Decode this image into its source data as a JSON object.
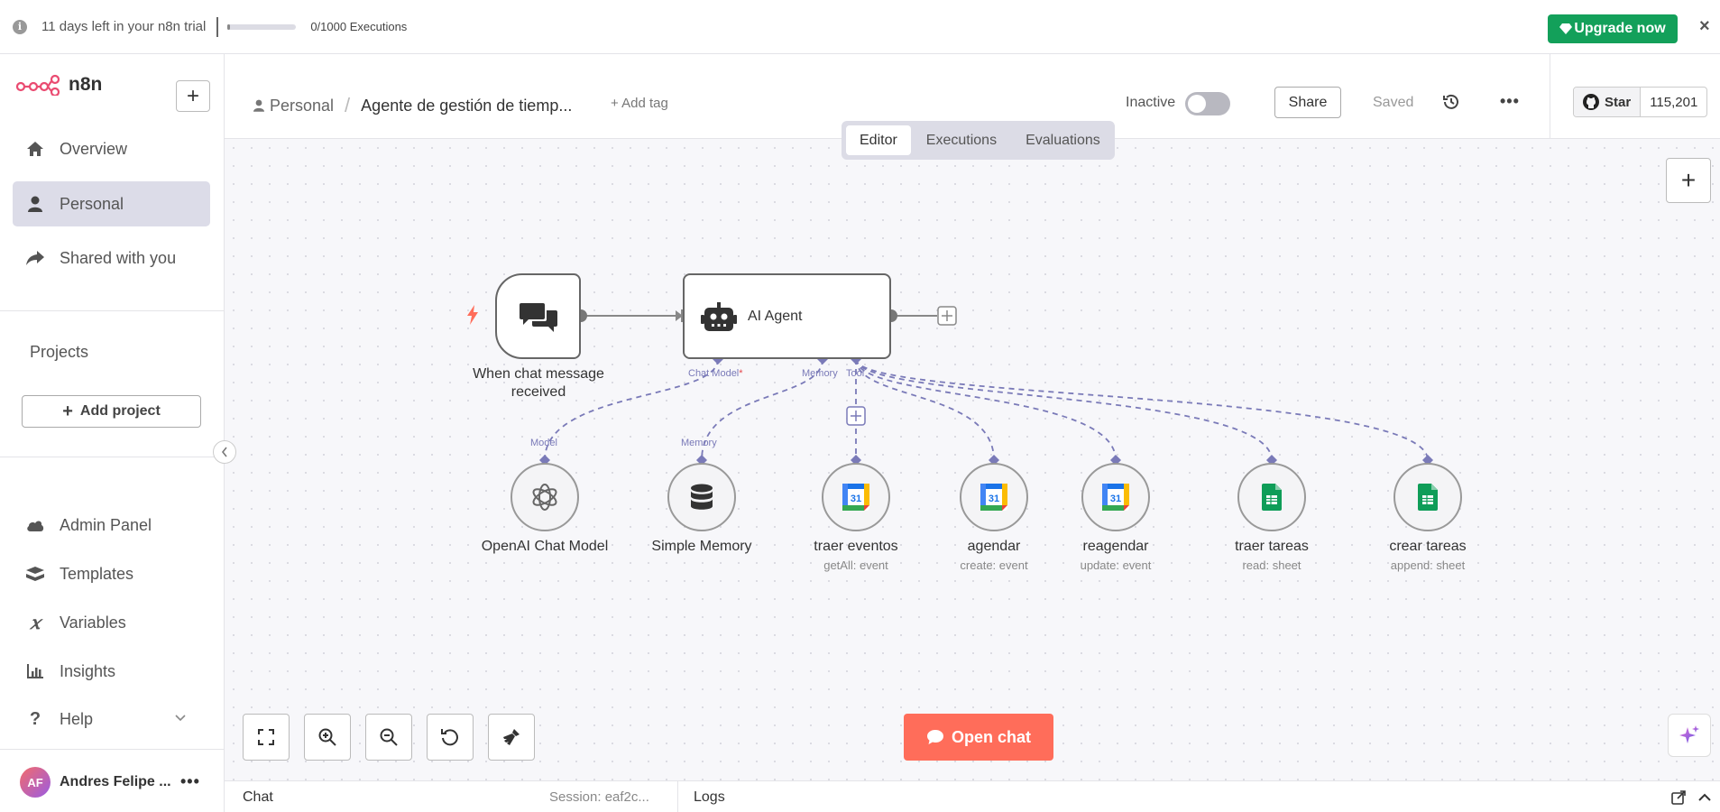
{
  "banner": {
    "trial_text": "11 days left in your n8n trial",
    "executions_text": "0/1000 Executions",
    "executions_progress": 0.03,
    "upgrade_label": "Upgrade now",
    "close_label": "×"
  },
  "sidebar": {
    "logo_text": "n8n",
    "nav": [
      {
        "label": "Overview",
        "icon": "home-icon"
      },
      {
        "label": "Personal",
        "icon": "user-icon",
        "active": true
      },
      {
        "label": "Shared with you",
        "icon": "share-icon"
      }
    ],
    "projects_label": "Projects",
    "add_project_label": "Add project",
    "bottom_nav": [
      {
        "label": "Admin Panel",
        "icon": "cloud-icon"
      },
      {
        "label": "Templates",
        "icon": "templates-icon"
      },
      {
        "label": "Variables",
        "icon": "variables-icon"
      },
      {
        "label": "Insights",
        "icon": "chart-icon"
      },
      {
        "label": "Help",
        "icon": "help-icon"
      }
    ],
    "user": {
      "initials": "AF",
      "name": "Andres Felipe ..."
    }
  },
  "header": {
    "breadcrumb_project": "Personal",
    "workflow_name": "Agente de gestión de tiemp...",
    "add_tag": "+ Add tag",
    "status_label": "Inactive",
    "share_label": "Share",
    "saved_label": "Saved",
    "github_star": "Star",
    "github_count": "115,201",
    "tabs": [
      "Editor",
      "Executions",
      "Evaluations"
    ],
    "active_tab": "Editor"
  },
  "canvas": {
    "trigger": {
      "label_line1": "When chat message",
      "label_line2": "received"
    },
    "agent": {
      "label": "AI Agent",
      "ports": {
        "chat_model": "Chat Model",
        "required": "*",
        "memory": "Memory",
        "tool": "Tool"
      }
    },
    "sub_nodes": [
      {
        "label": "OpenAI Chat Model",
        "sub": "",
        "port": "Model",
        "icon": "openai-icon"
      },
      {
        "label": "Simple Memory",
        "sub": "",
        "port": "Memory",
        "icon": "database-icon"
      },
      {
        "label": "traer eventos",
        "sub": "getAll: event",
        "icon": "google-calendar-icon"
      },
      {
        "label": "agendar",
        "sub": "create: event",
        "icon": "google-calendar-icon"
      },
      {
        "label": "reagendar",
        "sub": "update: event",
        "icon": "google-calendar-icon"
      },
      {
        "label": "traer tareas",
        "sub": "read: sheet",
        "icon": "google-sheets-icon"
      },
      {
        "label": "crear tareas",
        "sub": "append: sheet",
        "icon": "google-sheets-icon"
      }
    ],
    "open_chat_label": "Open chat",
    "calendar_day": "31"
  },
  "chatbar": {
    "chat_label": "Chat",
    "session_label": "Session: eaf2c...",
    "logs_label": "Logs"
  },
  "colors": {
    "accent": "#ff6d5a",
    "upgrade": "#13a05a",
    "connector": "#7a7ab8",
    "active_nav": "#dcdce8"
  }
}
